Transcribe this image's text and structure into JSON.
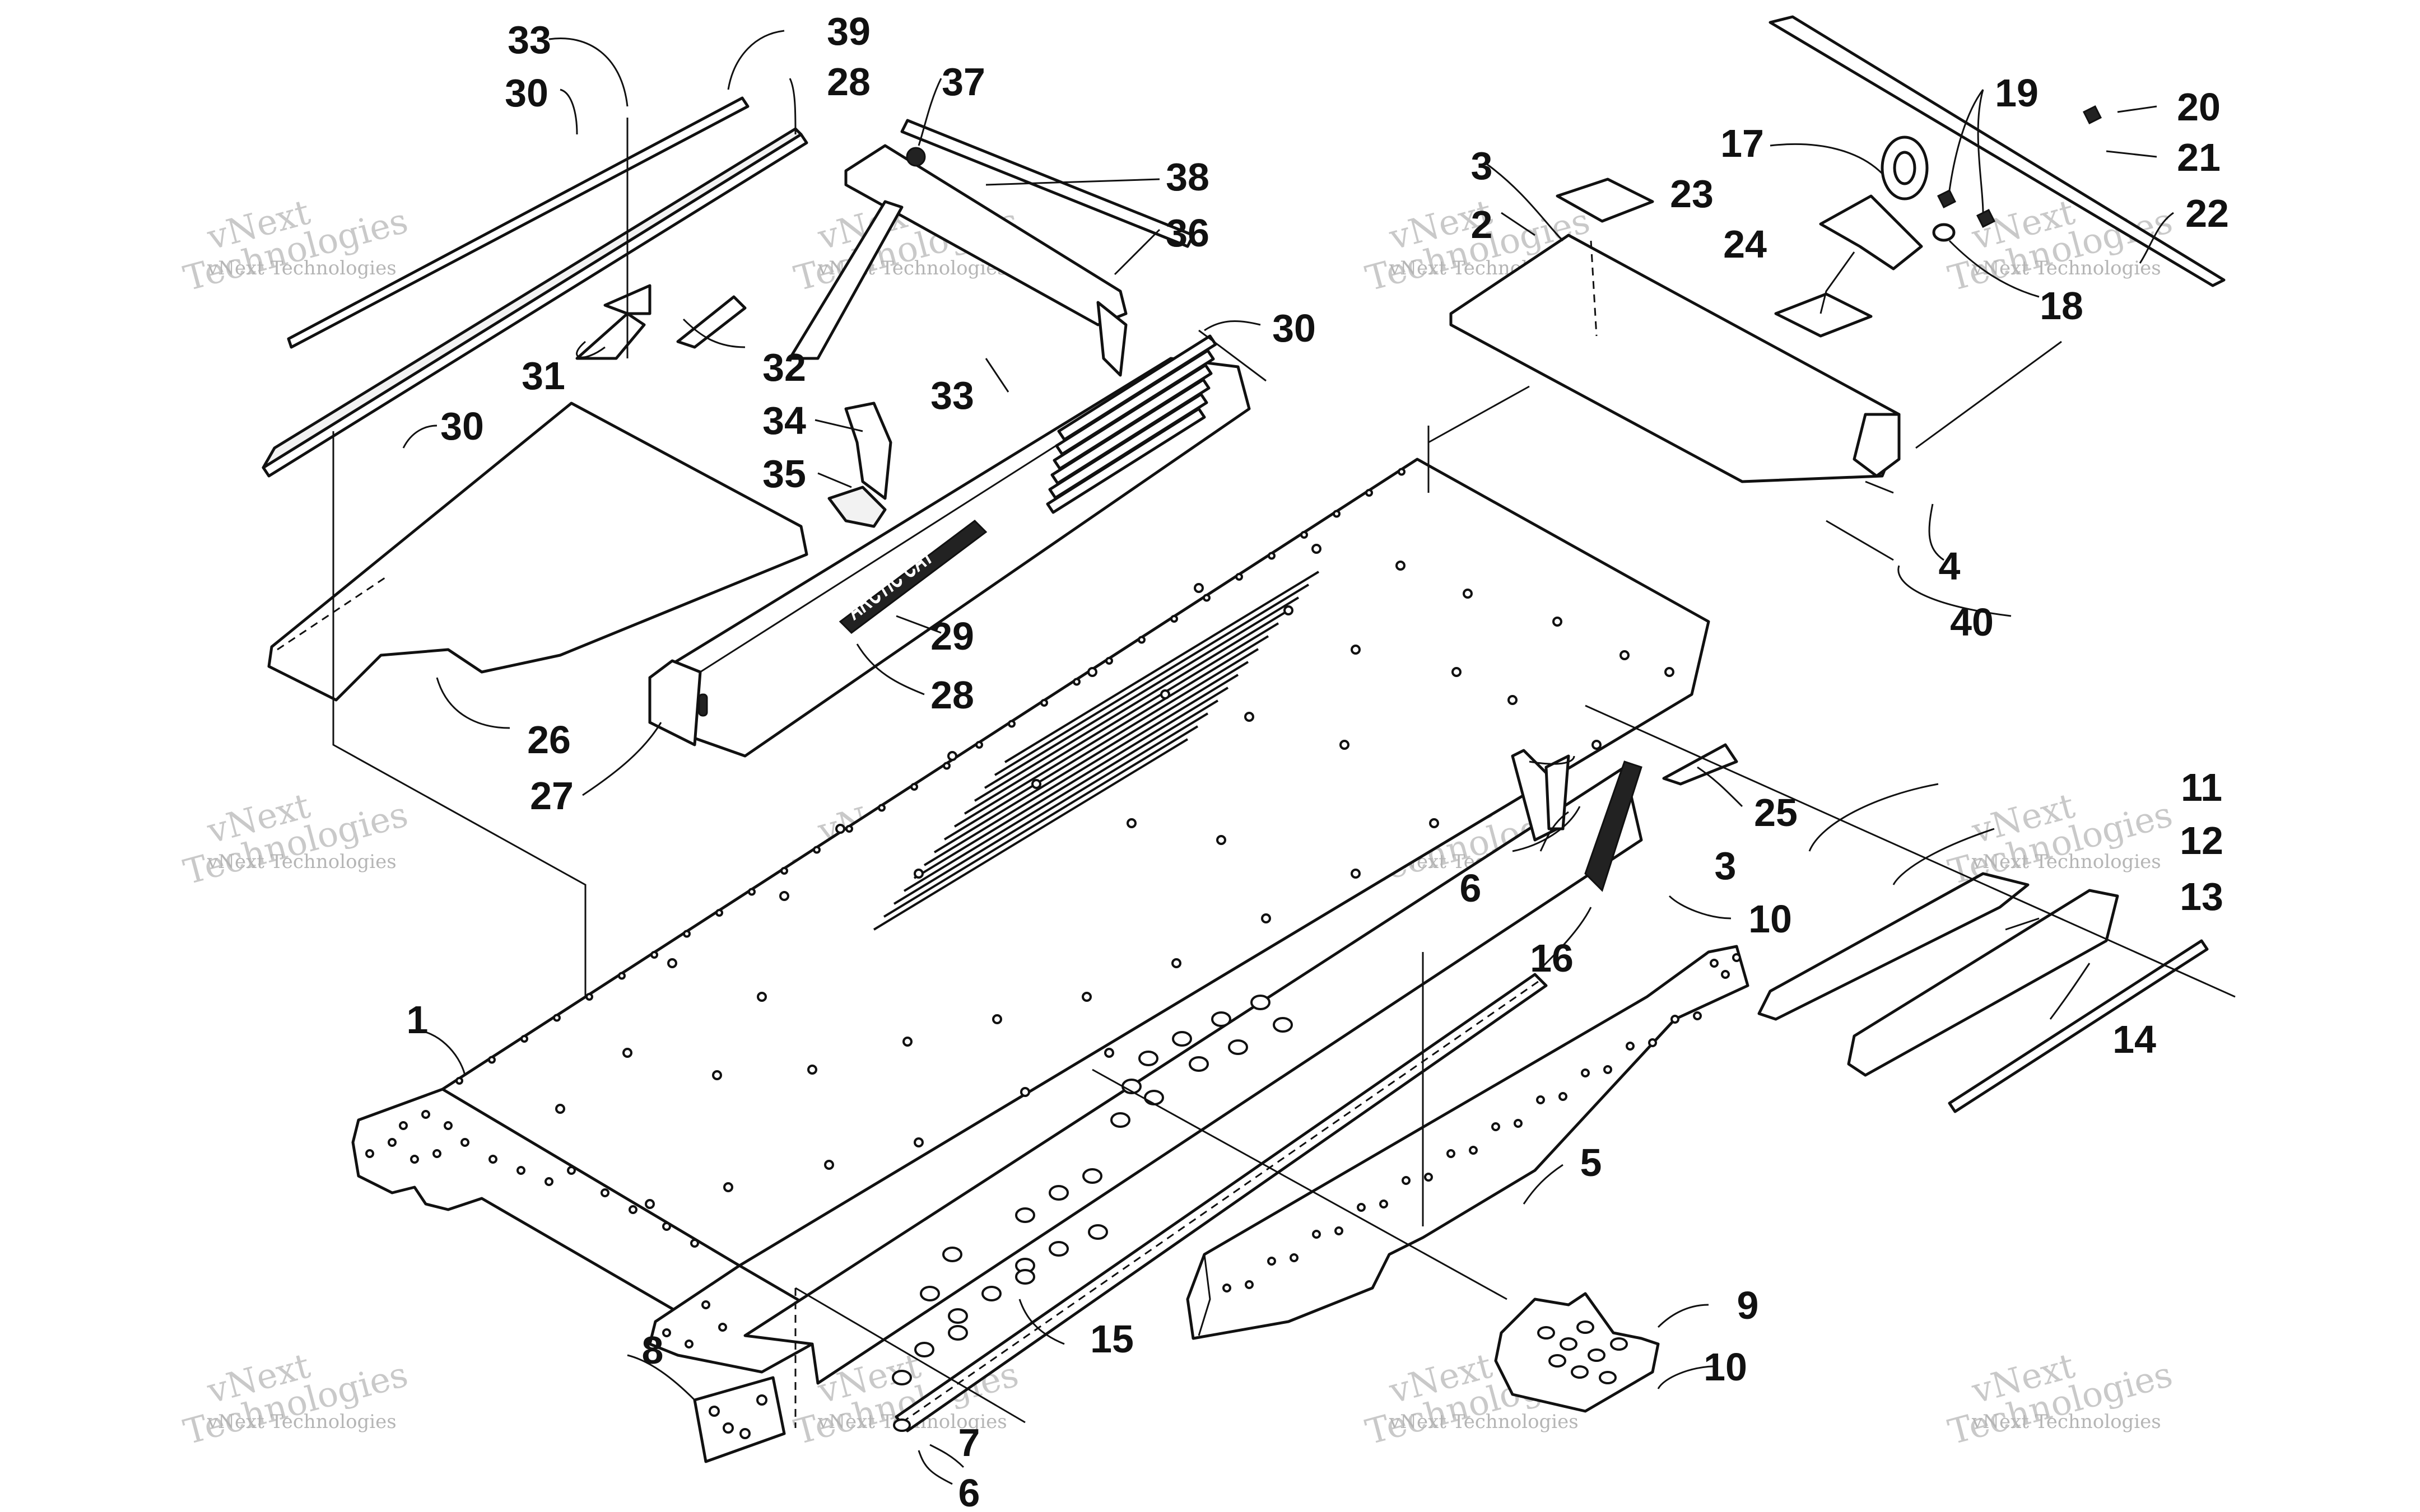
{
  "diagram": {
    "logo_text": "ARCTIC CAT",
    "watermark": {
      "line1": "vNext",
      "line2": "Technologies",
      "caption": "vNext Technologies"
    },
    "callouts": [
      {
        "id": "c1",
        "label": "1"
      },
      {
        "id": "c2",
        "label": "2"
      },
      {
        "id": "c3a",
        "label": "3"
      },
      {
        "id": "c3b",
        "label": "3"
      },
      {
        "id": "c4",
        "label": "4"
      },
      {
        "id": "c5",
        "label": "5"
      },
      {
        "id": "c6a",
        "label": "6"
      },
      {
        "id": "c6b",
        "label": "6"
      },
      {
        "id": "c7",
        "label": "7"
      },
      {
        "id": "c8",
        "label": "8"
      },
      {
        "id": "c9",
        "label": "9"
      },
      {
        "id": "c10a",
        "label": "10"
      },
      {
        "id": "c10b",
        "label": "10"
      },
      {
        "id": "c11",
        "label": "11"
      },
      {
        "id": "c12",
        "label": "12"
      },
      {
        "id": "c13",
        "label": "13"
      },
      {
        "id": "c14",
        "label": "14"
      },
      {
        "id": "c15",
        "label": "15"
      },
      {
        "id": "c16",
        "label": "16"
      },
      {
        "id": "c17",
        "label": "17"
      },
      {
        "id": "c18",
        "label": "18"
      },
      {
        "id": "c19",
        "label": "19"
      },
      {
        "id": "c20",
        "label": "20"
      },
      {
        "id": "c21",
        "label": "21"
      },
      {
        "id": "c22",
        "label": "22"
      },
      {
        "id": "c23",
        "label": "23"
      },
      {
        "id": "c24",
        "label": "24"
      },
      {
        "id": "c25",
        "label": "25"
      },
      {
        "id": "c26",
        "label": "26"
      },
      {
        "id": "c27",
        "label": "27"
      },
      {
        "id": "c28a",
        "label": "28"
      },
      {
        "id": "c28b",
        "label": "28"
      },
      {
        "id": "c29",
        "label": "29"
      },
      {
        "id": "c30a",
        "label": "30"
      },
      {
        "id": "c30b",
        "label": "30"
      },
      {
        "id": "c30c",
        "label": "30"
      },
      {
        "id": "c31",
        "label": "31"
      },
      {
        "id": "c32",
        "label": "32"
      },
      {
        "id": "c33a",
        "label": "33"
      },
      {
        "id": "c33b",
        "label": "33"
      },
      {
        "id": "c34",
        "label": "34"
      },
      {
        "id": "c35",
        "label": "35"
      },
      {
        "id": "c36",
        "label": "36"
      },
      {
        "id": "c37",
        "label": "37"
      },
      {
        "id": "c38",
        "label": "38"
      },
      {
        "id": "c39",
        "label": "39"
      },
      {
        "id": "c40",
        "label": "40"
      }
    ]
  }
}
